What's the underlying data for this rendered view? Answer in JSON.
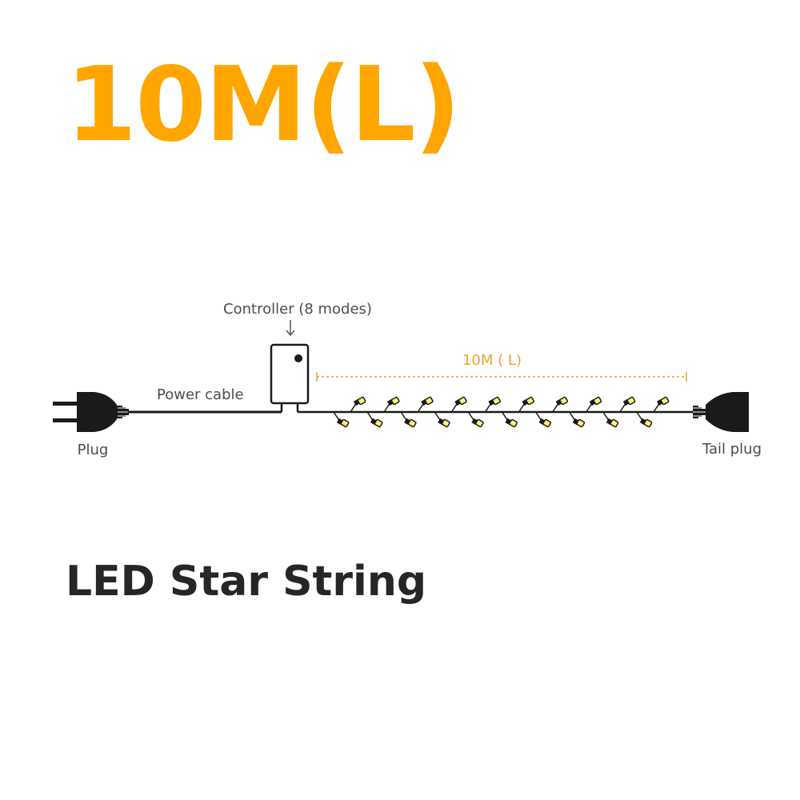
{
  "title": "10M(L)",
  "product_name": "LED Star String",
  "diagram": {
    "controller_label": "Controller (8 modes)",
    "power_cable_label": "Power cable",
    "length_label": "10M ( L)",
    "plug_label": "Plug",
    "tail_plug_label": "Tail plug",
    "led_count": 20
  },
  "colors": {
    "title": "#FFA500",
    "length_line": "#F0A030",
    "text_dark": "#262626",
    "led_light": "#FFF176",
    "cable": "#1a1a1a"
  }
}
